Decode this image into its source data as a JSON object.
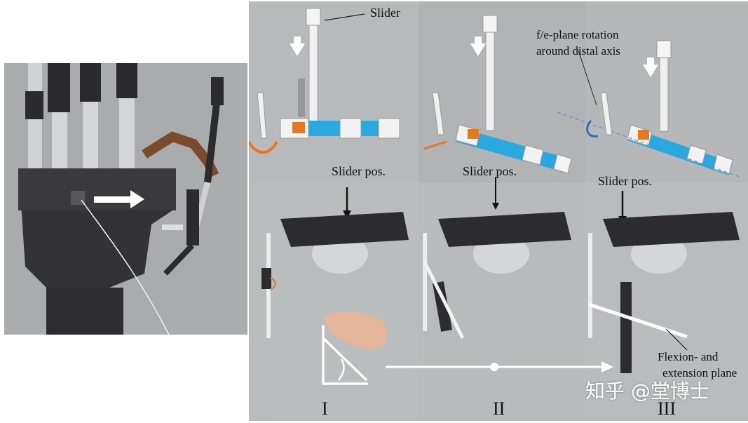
{
  "labels": {
    "slider": "Slider",
    "rotation_line1": "f/e-plane rotation",
    "rotation_line2": "around distal axis",
    "slider_pos_1": "Slider pos.",
    "slider_pos_2": "Slider pos.",
    "slider_pos_3": "Slider pos.",
    "flexion_line1": "Flexion- and",
    "flexion_line2": "extension plane"
  },
  "panels": {
    "panel_1": "I",
    "panel_2": "II",
    "panel_3": "III"
  },
  "watermark": "知乎 @堂博士",
  "colors": {
    "background_panel": "#b9bbbc",
    "photo_background": "#a7a9ab",
    "slider_blue": "#29a9e0",
    "accent_orange": "#e8781e",
    "annotation_line": "#5b8fc9"
  }
}
